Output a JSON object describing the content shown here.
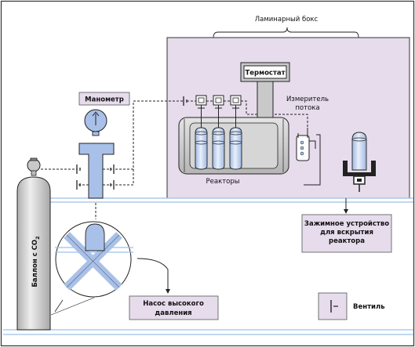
{
  "labels": {
    "laminar_box": "Ламинарный бокс",
    "thermostat": "Термостат",
    "flow_meter_line1": "Измеритель",
    "flow_meter_line2": "потока",
    "manometer": "Манометр",
    "reactors": "Реакторы",
    "co2_cylinder": "Баллон с CO",
    "co2_subscript": "2",
    "clamp_line1": "Зажимное устройство",
    "clamp_line2": "для вскрытия",
    "clamp_line3": "реактора",
    "pump_line1": "Насос высокого",
    "pump_line2": "давления",
    "valve_legend": "Вентиль"
  },
  "colors": {
    "laminar_fill": "#e6dcec",
    "label_box_fill": "#e6dcec",
    "component_blue": "#a9c1e8",
    "pipe_blue": "#9cc0e6",
    "thermostat_fill": "#bfbfbf",
    "reactor_block_fill": "#c9c9c9",
    "cylinder_fill": "#c9c9c9"
  }
}
